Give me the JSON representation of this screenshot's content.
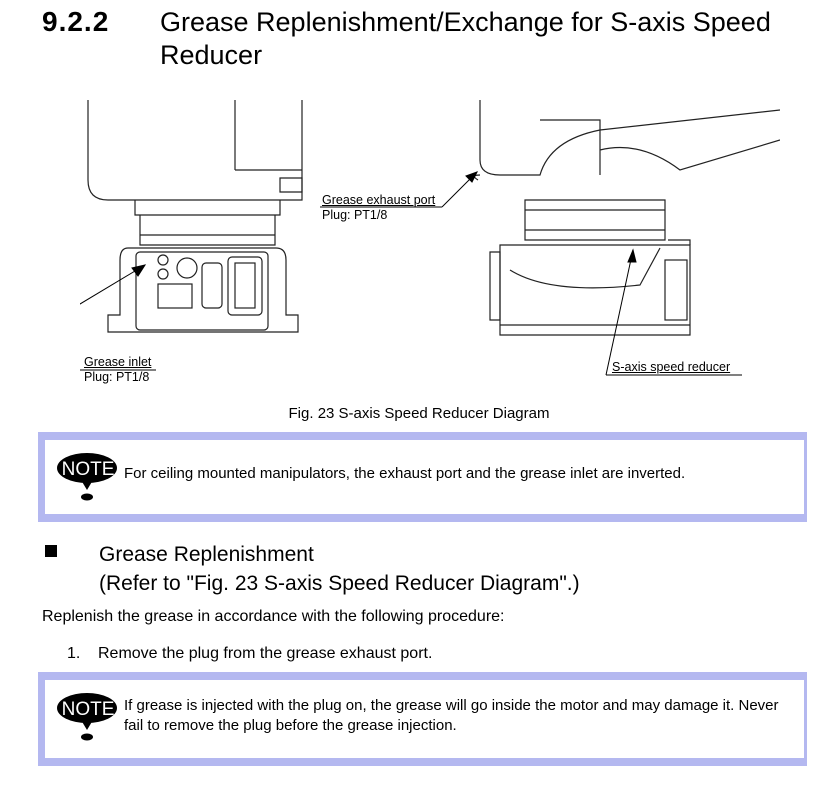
{
  "section": {
    "number": "9.2.2",
    "title": "Grease Replenishment/Exchange for S-axis Speed Reducer"
  },
  "figure": {
    "labels": {
      "exhaust_port": "Grease exhaust port",
      "exhaust_plug": "Plug: PT1/8",
      "inlet": "Grease inlet",
      "inlet_plug": "Plug: PT1/8",
      "reducer": "S-axis speed reducer"
    },
    "caption": "Fig. 23  S-axis Speed Reducer Diagram"
  },
  "note1": {
    "icon": "NOTE",
    "text": "For ceiling mounted manipulators, the exhaust port and the grease inlet are inverted."
  },
  "subsection": {
    "line1": "Grease Replenishment",
    "line2": "(Refer to \"Fig. 23  S-axis Speed Reducer Diagram\".)"
  },
  "intro": "Replenish the grease in accordance with the following procedure:",
  "steps": [
    {
      "num": "1.",
      "text": "Remove the plug from the grease exhaust port."
    }
  ],
  "note2": {
    "icon": "NOTE",
    "text": "If grease is injected with the plug on, the grease will go inside the motor and may damage it.  Never fail to remove the plug before the grease injection."
  }
}
